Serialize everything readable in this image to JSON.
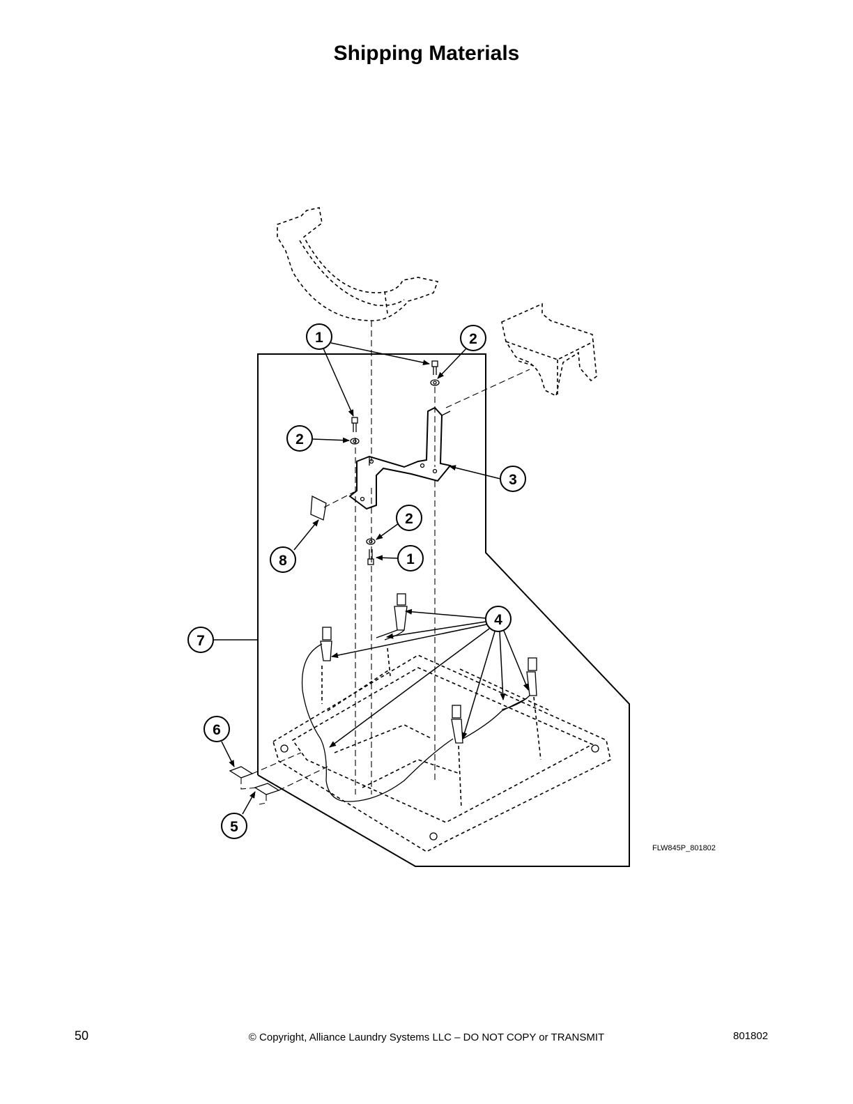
{
  "page": {
    "title": "Shipping Materials",
    "figure_id": "FLW845P_801802",
    "page_number": "50",
    "copyright": "© Copyright, Alliance Laundry Systems LLC – DO NOT COPY or TRANSMIT",
    "doc_number": "801802"
  },
  "callouts": {
    "c1a": "1",
    "c2a": "2",
    "c2b": "2",
    "c3": "3",
    "c2c": "2",
    "c8": "8",
    "c1b": "1",
    "c4": "4",
    "c7": "7",
    "c6": "6",
    "c5": "5"
  }
}
